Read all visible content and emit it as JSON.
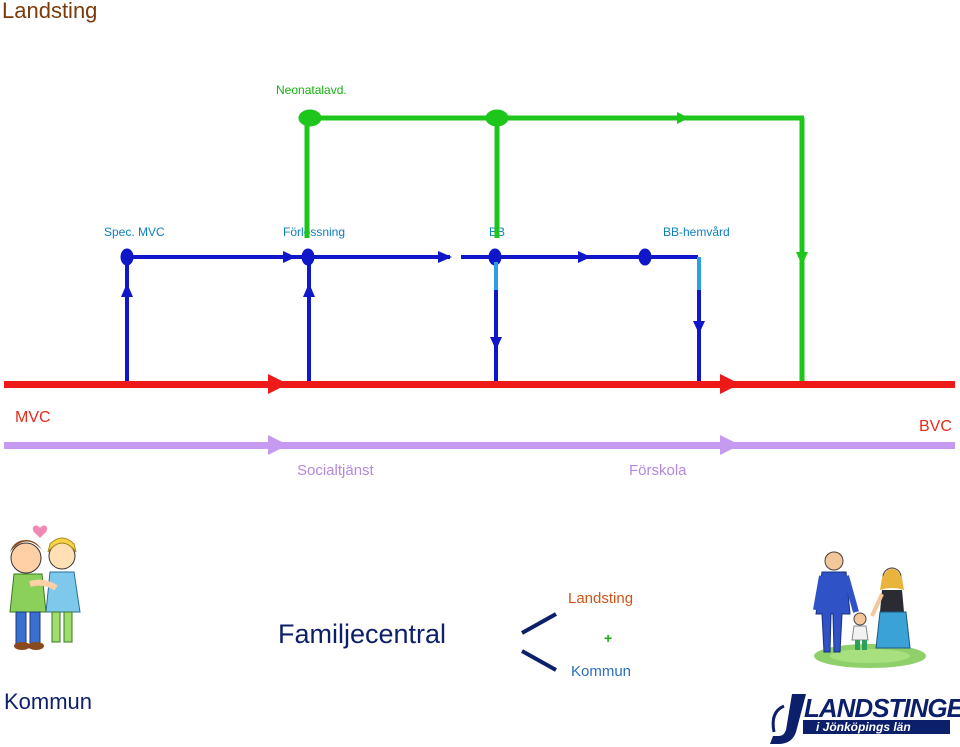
{
  "top_left_title": "Landsting",
  "bottom_left_title": "Kommun",
  "labels": {
    "neonatal": "Neonatalavd.",
    "spec_mvc": "Spec. MVC",
    "forlossning": "Förlossning",
    "bb": "BB",
    "bb_hemvard": "BB-hemvård",
    "mvc": "MVC",
    "bvc": "BVC",
    "socialtjanst": "Socialtjänst",
    "forskola": "Förskola"
  },
  "familjecentral": "Familjecentral",
  "combination": {
    "top": "Landsting",
    "plus": "+",
    "bottom": "Kommun"
  },
  "logo": {
    "line1": "LANDSTINGET",
    "line2": "i Jönköpings län"
  },
  "colors": {
    "green": "#1ec51b",
    "blue": "#0f17c9",
    "light_blue": "#2aa0e6",
    "red": "#ee1a1a",
    "purple": "#c59af0",
    "navy": "#0c1f6a"
  }
}
